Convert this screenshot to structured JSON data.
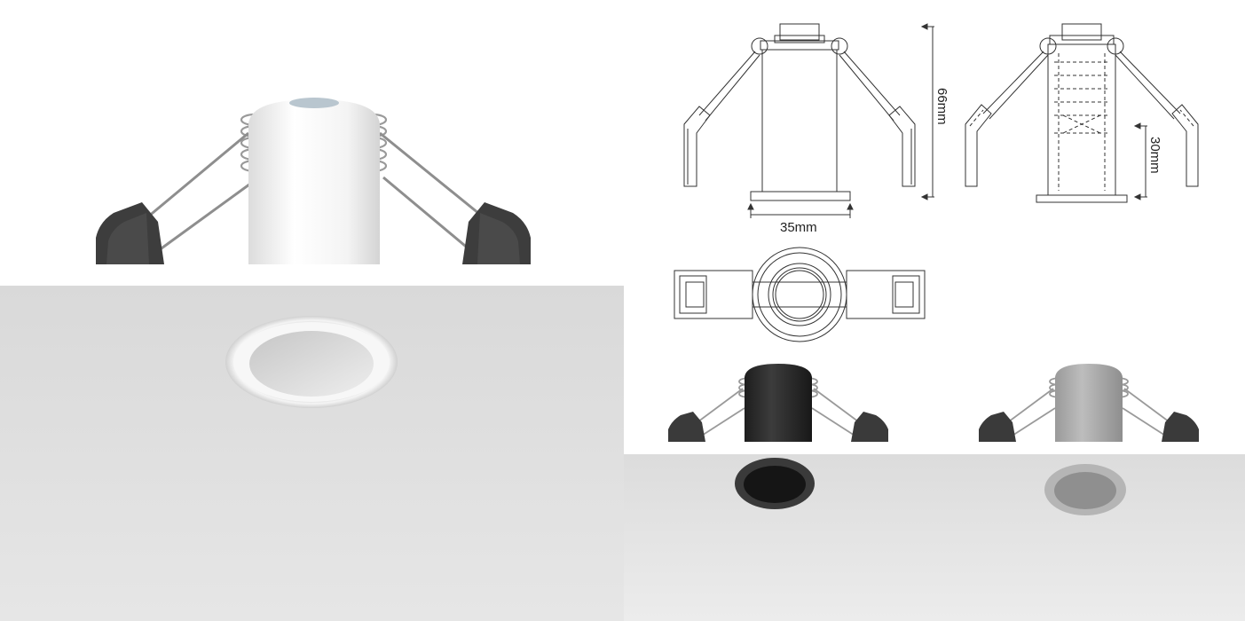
{
  "drawing": {
    "height_dim": "66mm",
    "width_dim": "35mm",
    "depth_dim": "30mm"
  },
  "colors": {
    "ceiling": "#dedede",
    "white_finish": "#f2f2f2",
    "black_finish": "#2a2a2a",
    "grey_finish": "#a9a9a9",
    "clip_dark": "#3a3a3a",
    "line": "#333333"
  },
  "finishes": [
    "white-finish",
    "black-finish",
    "grey-finish"
  ]
}
